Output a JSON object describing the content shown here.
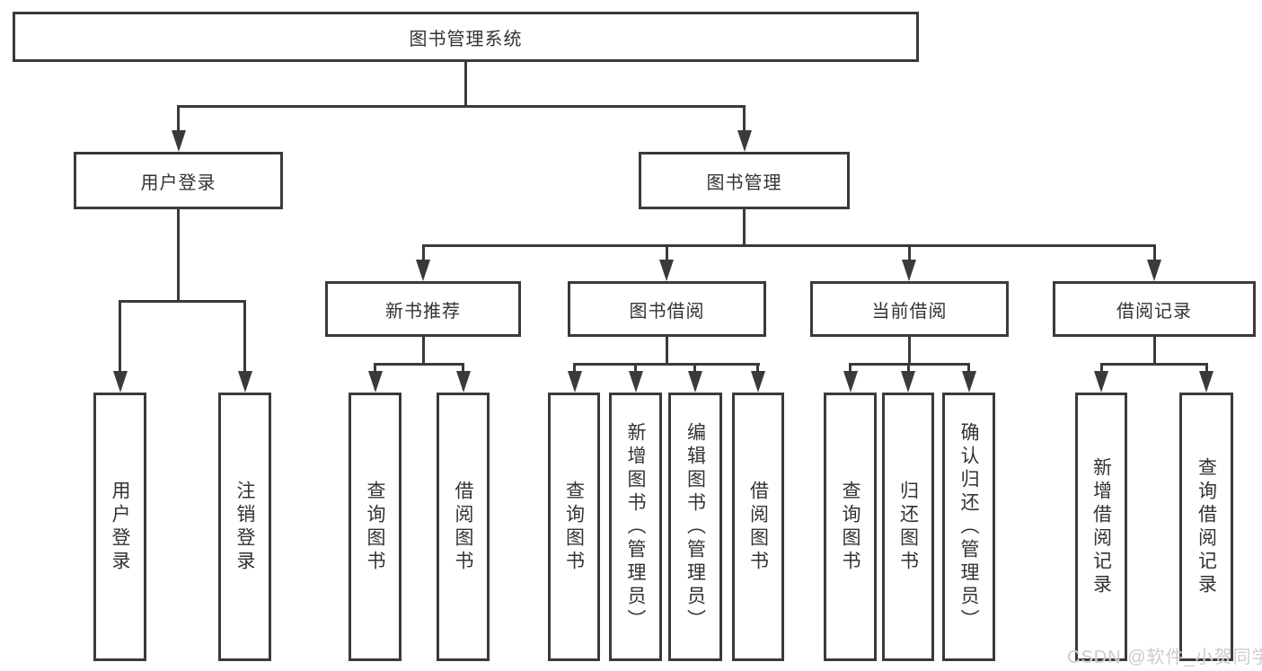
{
  "diagram": {
    "root": {
      "label": "图书管理系统"
    },
    "level2": [
      {
        "label": "用户登录"
      },
      {
        "label": "图书管理"
      }
    ],
    "level3": [
      {
        "label": "新书推荐",
        "parent": "图书管理"
      },
      {
        "label": "图书借阅",
        "parent": "图书管理"
      },
      {
        "label": "当前借阅",
        "parent": "图书管理"
      },
      {
        "label": "借阅记录",
        "parent": "图书管理"
      }
    ],
    "leaves": [
      {
        "label": "用户登录",
        "parent": "用户登录"
      },
      {
        "label": "注销登录",
        "parent": "用户登录"
      },
      {
        "label": "查询图书",
        "parent": "新书推荐"
      },
      {
        "label": "借阅图书",
        "parent": "新书推荐"
      },
      {
        "label": "查询图书",
        "parent": "图书借阅"
      },
      {
        "label": "新增图书（管理员）",
        "parent": "图书借阅"
      },
      {
        "label": "编辑图书（管理员）",
        "parent": "图书借阅"
      },
      {
        "label": "借阅图书",
        "parent": "图书借阅"
      },
      {
        "label": "查询图书",
        "parent": "当前借阅"
      },
      {
        "label": "归还图书",
        "parent": "当前借阅"
      },
      {
        "label": "确认归还（管理员）",
        "parent": "当前借阅"
      },
      {
        "label": "新增借阅记录",
        "parent": "借阅记录"
      },
      {
        "label": "查询借阅记录",
        "parent": "借阅记录"
      }
    ],
    "watermark": "CSDN @软件_小贺同学",
    "colors": {
      "line": "#3a3a3a",
      "box_border": "#3a3a3a",
      "text": "#333333",
      "background": "#ffffff",
      "watermark": "#cccccc"
    }
  }
}
